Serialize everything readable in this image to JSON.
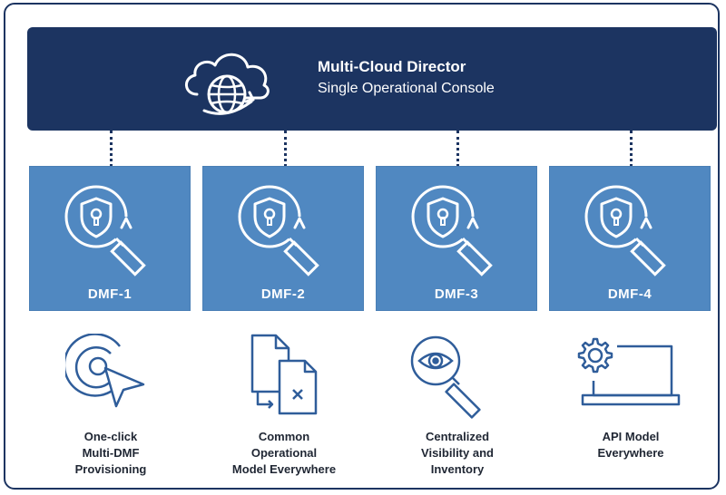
{
  "header": {
    "title": "Multi-Cloud Director",
    "subtitle": "Single Operational Console",
    "icon": "cloud-globe-icon"
  },
  "dmf_nodes": [
    {
      "label": "DMF-1",
      "icon": "shield-lock-magnifier-icon"
    },
    {
      "label": "DMF-2",
      "icon": "shield-lock-magnifier-icon"
    },
    {
      "label": "DMF-3",
      "icon": "shield-lock-magnifier-icon"
    },
    {
      "label": "DMF-4",
      "icon": "shield-lock-magnifier-icon"
    }
  ],
  "features": [
    {
      "lines": [
        "One-click",
        "Multi-DMF",
        "Provisioning"
      ],
      "icon": "target-cursor-icon"
    },
    {
      "lines": [
        "Common",
        "Operational",
        "Model Everywhere"
      ],
      "icon": "documents-icon"
    },
    {
      "lines": [
        "Centralized",
        "Visibility and",
        "Inventory"
      ],
      "icon": "eye-magnifier-icon"
    },
    {
      "lines": [
        "API Model",
        "Everywhere"
      ],
      "icon": "gear-laptop-icon"
    }
  ],
  "colors": {
    "navy": "#1c3461",
    "dmf_blue": "#5088c1",
    "icon_blue": "#2f5d9a"
  }
}
